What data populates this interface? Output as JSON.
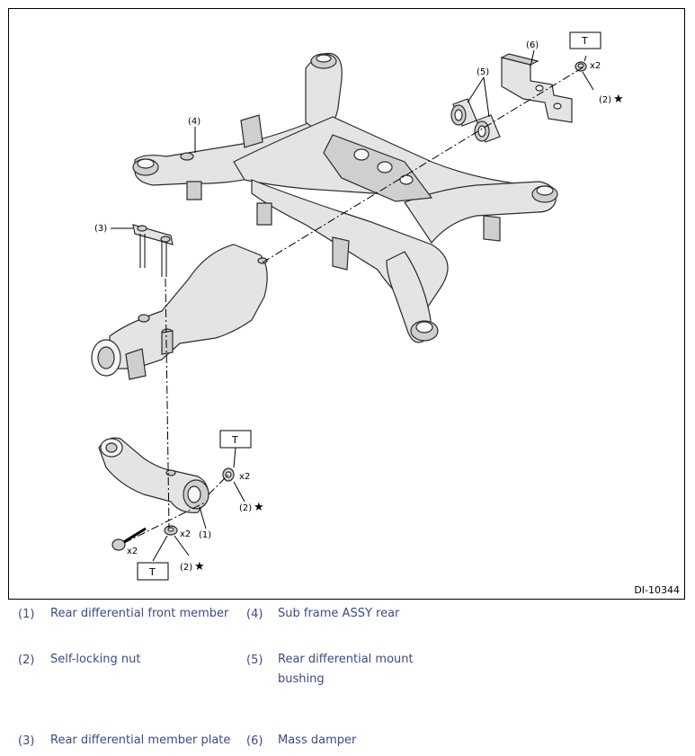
{
  "figure": {
    "id": "DI-10344",
    "callouts": {
      "c1": "(1)",
      "c2a": "(2)",
      "c2b": "(2)",
      "c2c": "(2)",
      "c3": "(3)",
      "c4": "(4)",
      "c5": "(5)",
      "c6": "(6)"
    },
    "star": "★",
    "torque_mark": "T",
    "qty_x2": "x2"
  },
  "legend": [
    {
      "num": "(1)",
      "text": "Rear differential front member"
    },
    {
      "num": "(4)",
      "text": "Sub frame ASSY rear"
    },
    {
      "num": "(2)",
      "text": "Self-locking nut"
    },
    {
      "num": "(5)",
      "text": "Rear differential mount bushing"
    },
    {
      "num": "(3)",
      "text": "Rear differential member plate"
    },
    {
      "num": "(6)",
      "text": "Mass damper"
    }
  ]
}
